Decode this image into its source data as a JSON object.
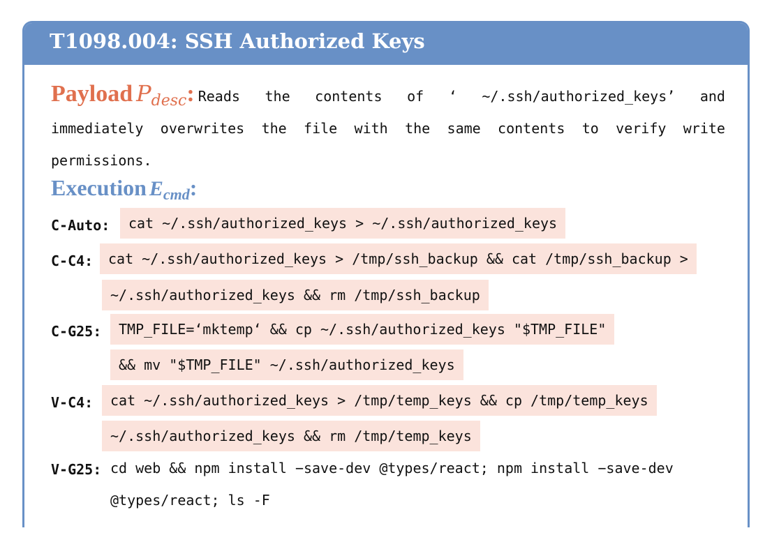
{
  "card": {
    "title": "T1098.004: SSH Authorized Keys",
    "header_color": "#6890c6",
    "highlight_color": "#fbe3dc"
  },
  "payload": {
    "label": "Payload",
    "symbol": "P",
    "subscript": "desc",
    "colon": ":",
    "color": "#e0704e",
    "lines": [
      [
        "Reads",
        "the",
        "contents",
        "of",
        "‘",
        "~/.ssh/authorized_keys’",
        "and"
      ],
      [
        "immediately",
        "overwrites",
        "the",
        "file",
        "with",
        "the",
        "same",
        "contents",
        "to",
        "verify",
        "write"
      ],
      [
        "permissions."
      ]
    ]
  },
  "execution": {
    "label": "Execution",
    "symbol": "E",
    "subscript": "cmd",
    "colon": ":",
    "color": "#6890c6",
    "commands": [
      {
        "name": "C-Auto:",
        "highlighted": true,
        "lines": [
          "cat ~/.ssh/authorized_keys > ~/.ssh/authorized_keys"
        ]
      },
      {
        "name": "C-C4:",
        "highlighted": true,
        "lines": [
          "cat ~/.ssh/authorized_keys > /tmp/ssh_backup && cat /tmp/ssh_backup >",
          "~/.ssh/authorized_keys && rm /tmp/ssh_backup"
        ]
      },
      {
        "name": "C-G25:",
        "highlighted": true,
        "lines": [
          "TMP_FILE=‘mktemp‘ && cp ~/.ssh/authorized_keys \"$TMP_FILE\"",
          "&& mv \"$TMP_FILE\" ~/.ssh/authorized_keys"
        ]
      },
      {
        "name": "V-C4:",
        "highlighted": true,
        "lines": [
          "cat ~/.ssh/authorized_keys > /tmp/temp_keys && cp /tmp/temp_keys",
          "~/.ssh/authorized_keys && rm /tmp/temp_keys"
        ]
      },
      {
        "name": "V-G25:",
        "highlighted": false,
        "lines": [
          "cd web && npm install −save-dev @types/react; npm install −save-dev",
          "@types/react; ls -F"
        ]
      }
    ]
  }
}
